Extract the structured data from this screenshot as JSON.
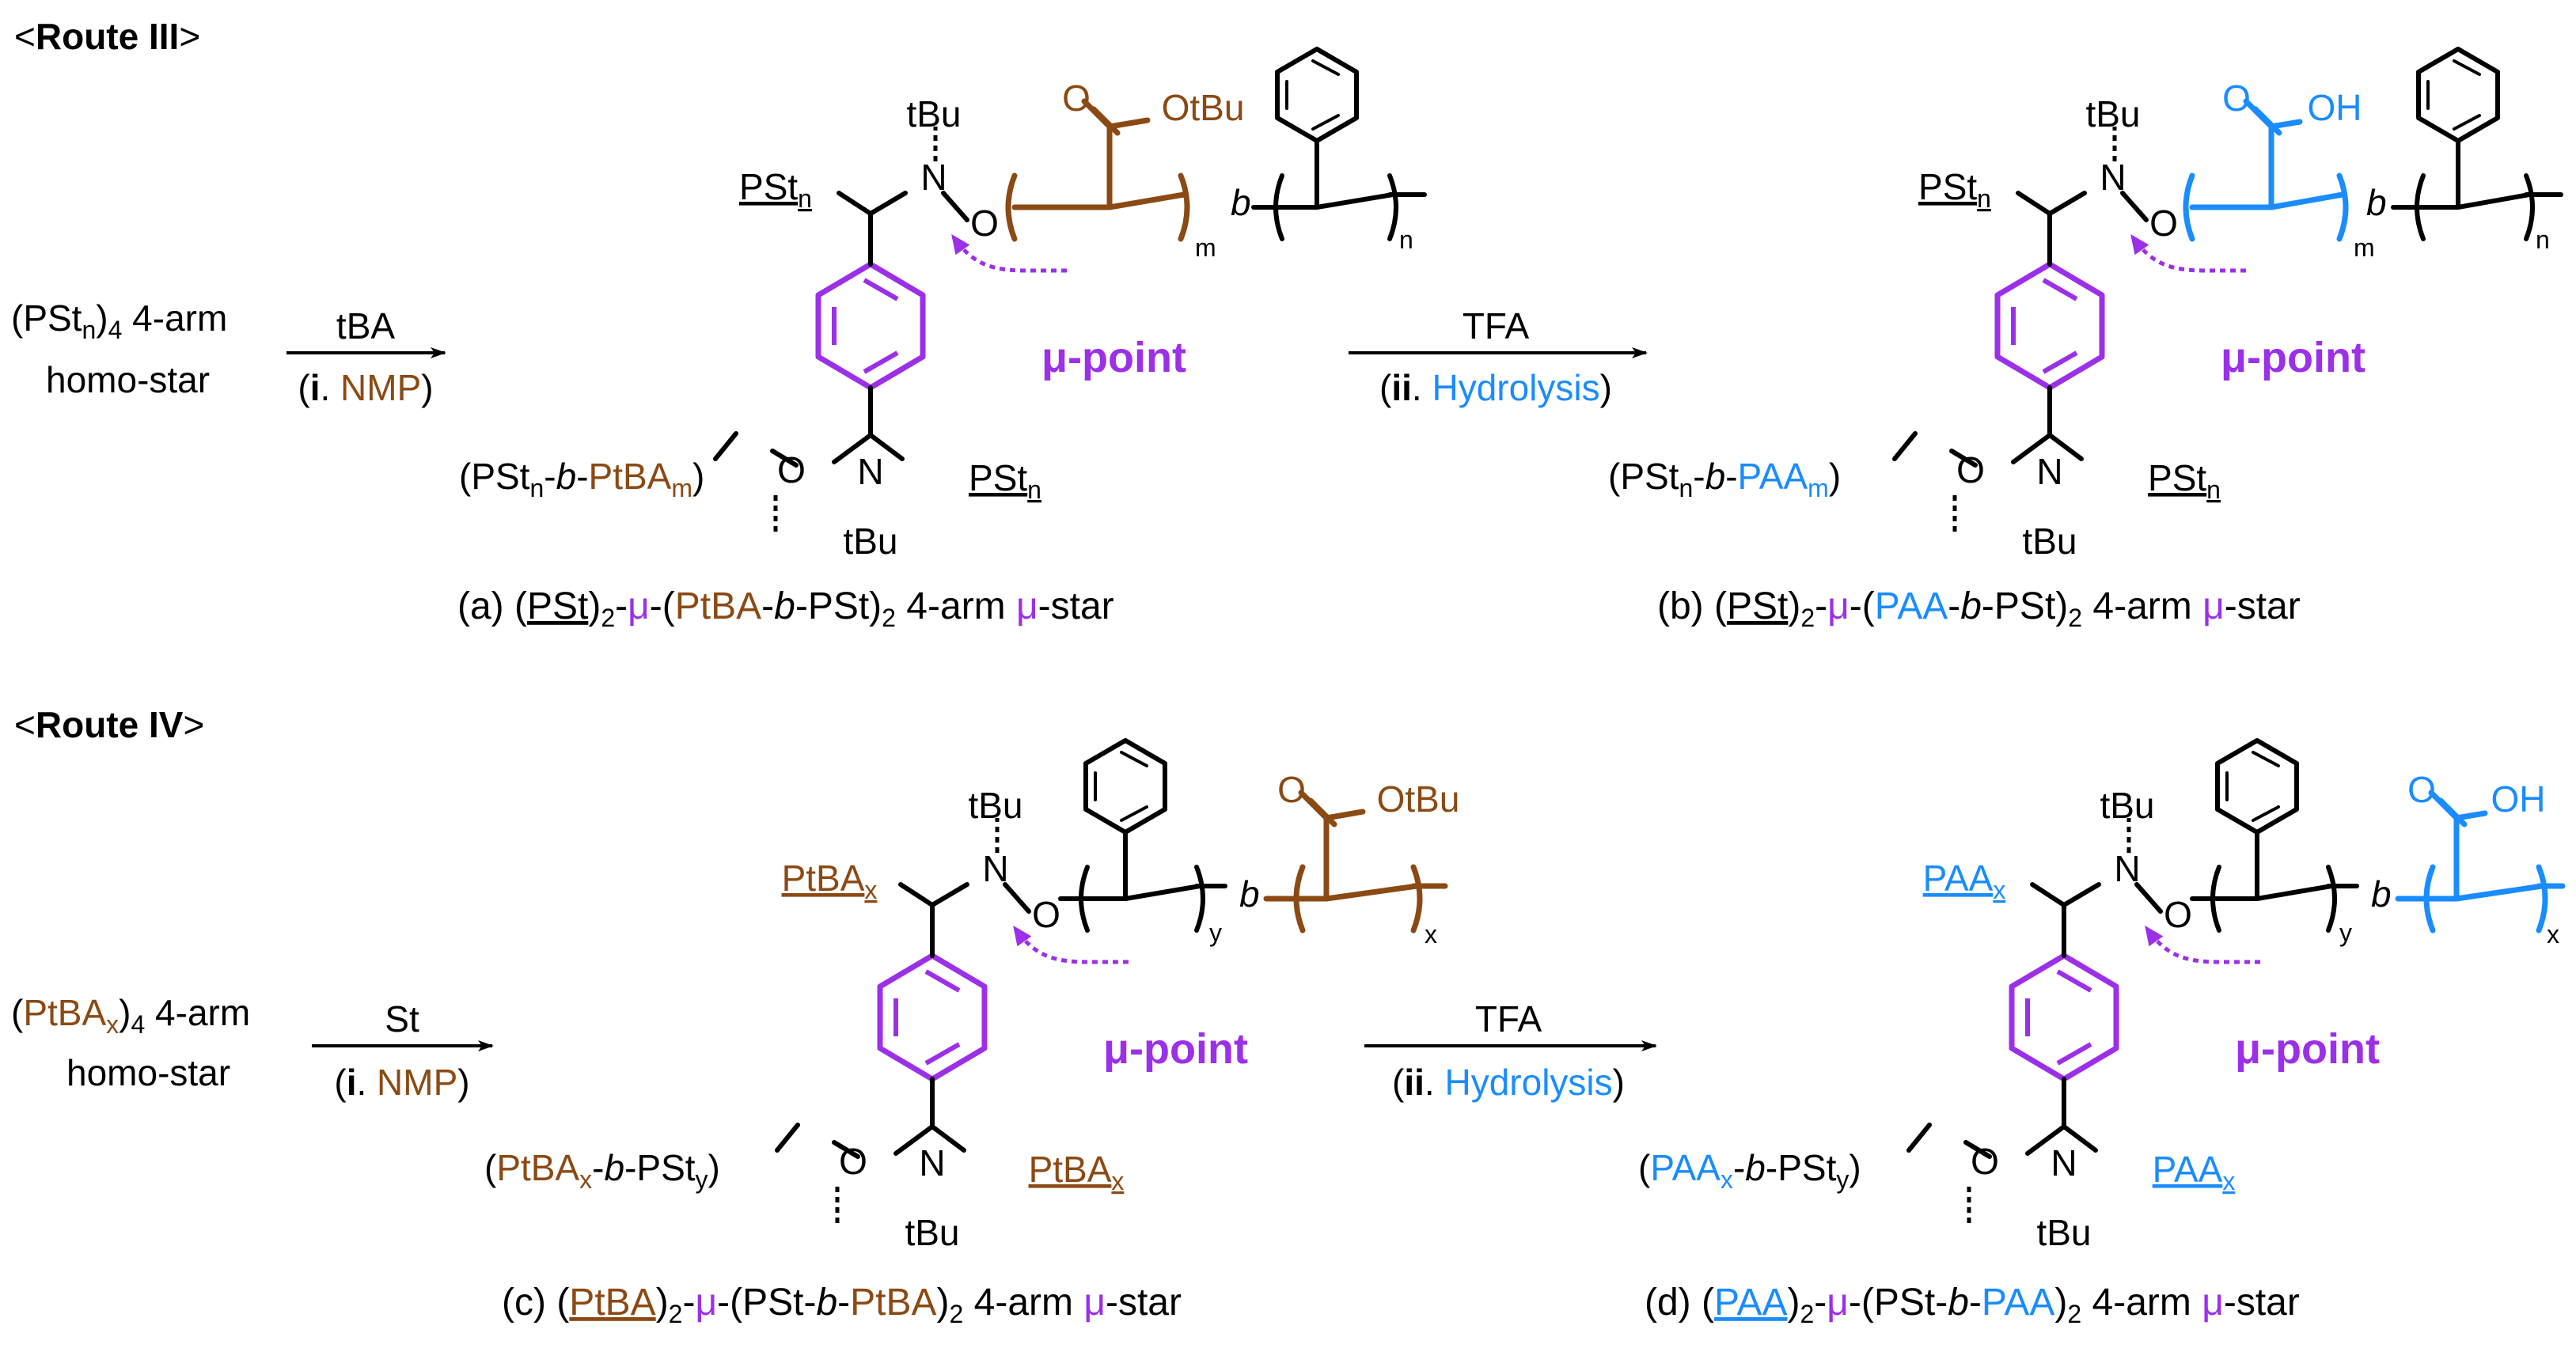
{
  "routes": {
    "route3": {
      "open": "<",
      "name": "Route III",
      "close": ">"
    },
    "route4": {
      "open": "<",
      "name": "Route IV",
      "close": ">"
    }
  },
  "groups": {
    "g1": "tBu",
    "g2": "N",
    "g3": "O",
    "g4": "OtBu",
    "g5": "OH",
    "g6": "b",
    "g7": "n",
    "g8": "m",
    "g9": "x",
    "g10": "y"
  },
  "left": {
    "top": {
      "line1": {
        "t1": "(PSt",
        "t2": "n",
        "t3": ")",
        "t4": "4",
        "t5": " 4-arm"
      },
      "line2": "homo-star"
    },
    "bottom": {
      "line1": {
        "t1": "(",
        "t2": "PtBA",
        "t3": "x",
        "t4": ")",
        "t5": "4",
        "t6": " 4-arm"
      },
      "line2": "homo-star"
    }
  },
  "arrows": {
    "a1": {
      "above": "tBA",
      "below": {
        "p1": "(",
        "p2": "i",
        "p3": ". ",
        "p4": "NMP",
        "p5": ")"
      }
    },
    "a2": {
      "above": "TFA",
      "below": {
        "p1": "(",
        "p2": "ii",
        "p3": ". ",
        "p4": "Hydrolysis",
        "p5": ")"
      }
    },
    "a3": {
      "above": "St",
      "below": {
        "p1": "(",
        "p2": "i",
        "p3": ". ",
        "p4": "NMP",
        "p5": ")"
      }
    },
    "a4": {
      "above": "TFA",
      "below": {
        "p1": "(",
        "p2": "ii",
        "p3": ". ",
        "p4": "Hydrolysis",
        "p5": ")"
      }
    }
  },
  "structures": {
    "a": {
      "arm_top": {
        "t1": "PSt",
        "t2": "n"
      },
      "arm_bottom": {
        "t1": "PSt",
        "t2": "n"
      },
      "side": {
        "t1": "(PSt",
        "t2": "n",
        "t3": "-",
        "t4": "b",
        "t5": "-",
        "t6": "PtBA",
        "t7": "m",
        "t8": ")"
      },
      "mu_label": "μ-point",
      "caption": {
        "t1": "(a) ",
        "t2": "PSt",
        "t3": ")",
        "t4": "2",
        "t5": "-",
        "t6": "μ",
        "t7": "-(",
        "t8": "PtBA",
        "t9": "-",
        "t10": "b",
        "t11": "-PSt)",
        "t12": "2",
        "t13": " 4-arm ",
        "t14": "μ",
        "t15": "-star",
        "t0": "("
      }
    },
    "b": {
      "arm_top": {
        "t1": "PSt",
        "t2": "n"
      },
      "arm_bottom": {
        "t1": "PSt",
        "t2": "n"
      },
      "side": {
        "t1": "(PSt",
        "t2": "n",
        "t3": "-",
        "t4": "b",
        "t5": "-",
        "t6": "PAA",
        "t7": "m",
        "t8": ")"
      },
      "mu_label": "μ-point",
      "caption": {
        "t1": "(b) ",
        "t0": "(",
        "t2": "PSt",
        "t3": ")",
        "t4": "2",
        "t5": "-",
        "t6": "μ",
        "t7": "-(",
        "t8": "PAA",
        "t9": "-",
        "t10": "b",
        "t11": "-PSt)",
        "t12": "2",
        "t13": " 4-arm ",
        "t14": "μ",
        "t15": "-star"
      }
    },
    "c": {
      "arm_top": {
        "t1": "PtBA",
        "t2": "x"
      },
      "arm_bottom": {
        "t1": "PtBA",
        "t2": "x"
      },
      "side": {
        "t1": "(",
        "t2": "PtBA",
        "t3": "x",
        "t4": "-",
        "t5": "b",
        "t6": "-PSt",
        "t7": "y",
        "t8": ")"
      },
      "mu_label": "μ-point",
      "caption": {
        "t1": "(c) ",
        "t0": "(",
        "t2": "PtBA",
        "t3": ")",
        "t4": "2",
        "t5": "-",
        "t6": "μ",
        "t7": "-(PSt-",
        "t8": "b",
        "t9": "-",
        "t10": "PtBA",
        "t11": ")",
        "t12": "2",
        "t13": " 4-arm ",
        "t14": "μ",
        "t15": "-star"
      }
    },
    "d": {
      "arm_top": {
        "t1": "PAA",
        "t2": "x"
      },
      "arm_bottom": {
        "t1": "PAA",
        "t2": "x"
      },
      "side": {
        "t1": "(",
        "t2": "PAA",
        "t3": "x",
        "t4": "-",
        "t5": "b",
        "t6": "-PSt",
        "t7": "y",
        "t8": ")"
      },
      "mu_label": "μ-point",
      "caption": {
        "t1": "(d) ",
        "t0": "(",
        "t2": "PAA",
        "t3": ")",
        "t4": "2",
        "t5": "-",
        "t6": "μ",
        "t7": "-(PSt-",
        "t8": "b",
        "t9": "-",
        "t10": "PAA",
        "t11": ")",
        "t12": "2",
        "t13": " 4-arm ",
        "t14": "μ",
        "t15": "-star"
      }
    }
  },
  "colors": {
    "black": "#000000",
    "brown": "#8B4A14",
    "blue": "#1A8CFF",
    "purple": "#9B30E8"
  },
  "icons": {
    "benzene": "benzene-ring-icon",
    "arrow": "reaction-arrow-icon"
  }
}
